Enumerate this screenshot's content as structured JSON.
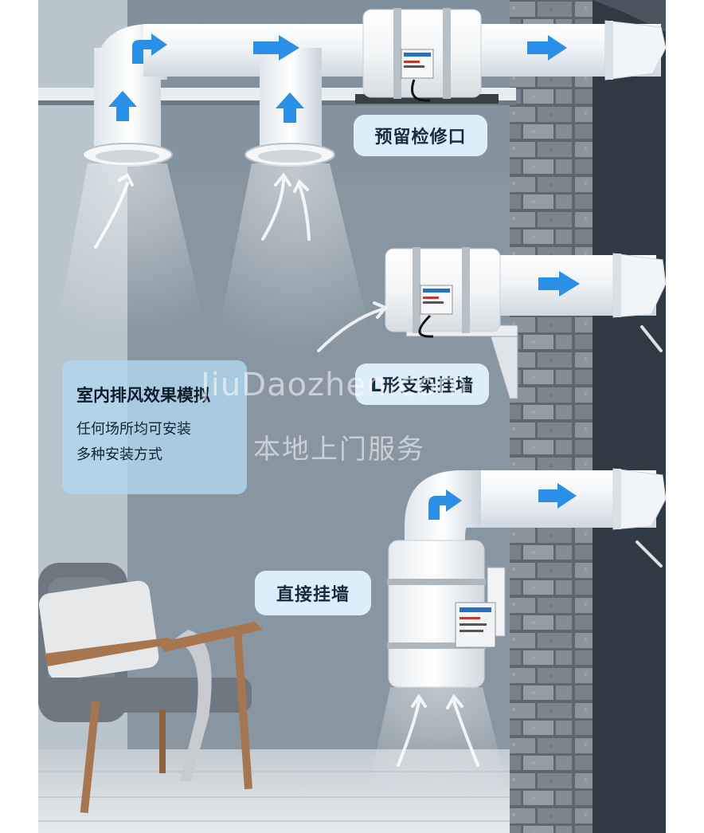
{
  "callouts": {
    "inspection_port": "预留检修口",
    "l_bracket_wall": "L形支架挂墙",
    "direct_wall": "直接挂墙"
  },
  "info_box": {
    "title": "室内排风效果模拟",
    "line1": "任何场所均可安装",
    "line2": "多种安装方式"
  },
  "watermark": {
    "site": "JiuDaozhen.com",
    "service": "本地上门服务"
  },
  "colors": {
    "wall_stone": "#6c7680",
    "back_wall": "#8c9ba6",
    "dark_wall": "#2f3a44",
    "accent_arrow": "#2a8fe6",
    "callout_bg": "#dbeef9",
    "pipe_white": "#f4f6f8"
  },
  "icons": {
    "airflow_arrow": "blue-arrow-icon",
    "intake_arrow": "white-arrow-icon"
  }
}
